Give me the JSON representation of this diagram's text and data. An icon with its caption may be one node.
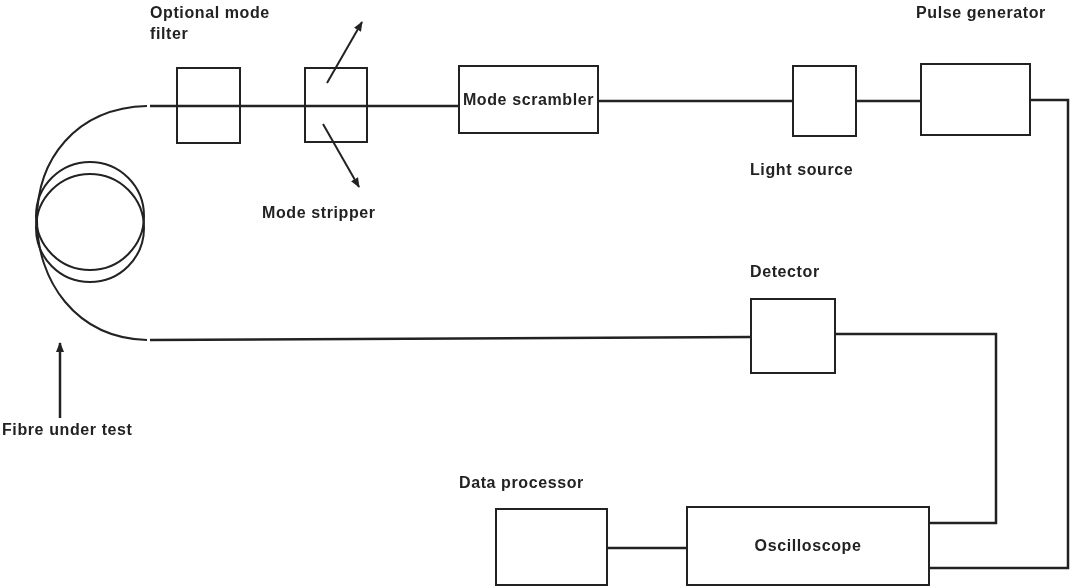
{
  "diagram": {
    "nodes": [
      {
        "text": [
          "Optional mode filter"
        ]
      },
      {
        "text": [
          "Mode stripper"
        ]
      },
      {
        "text": [
          "Mode scrambler"
        ]
      },
      {
        "text": [
          "Light source"
        ]
      },
      {
        "text": [
          "Pulse generator"
        ]
      },
      {
        "text": [
          "Detector"
        ]
      },
      {
        "text": [
          "Data processor"
        ]
      },
      {
        "text": [
          "Oscilloscope"
        ]
      },
      {
        "text": [
          "Fibre under test"
        ]
      },
      {
        "text": [],
        "shape": "coil"
      }
    ],
    "edges": [
      {
        "from": 9,
        "to": 0,
        "arrow": "none"
      },
      {
        "from": 0,
        "to": 1,
        "arrow": "none"
      },
      {
        "from": 1,
        "to": 2,
        "arrow": "none"
      },
      {
        "from": 2,
        "to": 3,
        "arrow": "none"
      },
      {
        "from": 3,
        "to": 4,
        "arrow": "none"
      },
      {
        "from": 4,
        "to": 7,
        "arrow": "none"
      },
      {
        "from": 9,
        "to": 5,
        "arrow": "none"
      },
      {
        "from": 5,
        "to": 7,
        "arrow": "none"
      },
      {
        "from": 6,
        "to": 7,
        "arrow": "none"
      },
      {
        "from": 8,
        "to": 9,
        "arrow": "to"
      }
    ]
  }
}
